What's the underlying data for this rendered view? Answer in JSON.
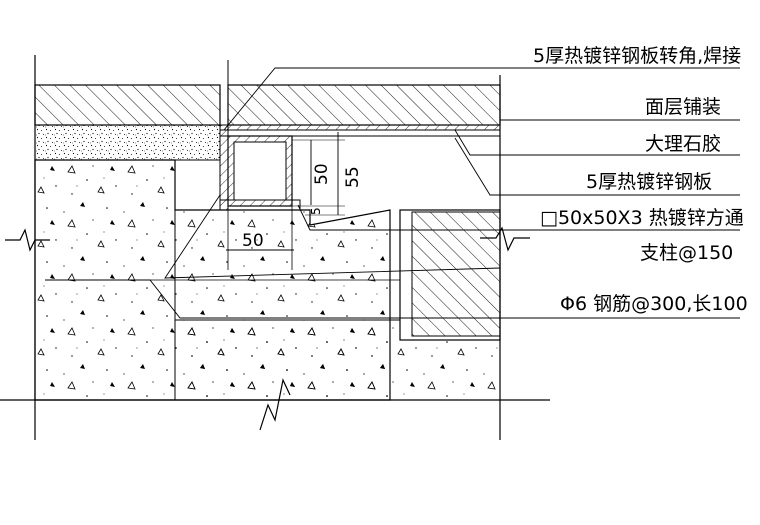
{
  "callouts": [
    "5厚热镀锌钢板转角,焊接",
    "面层铺装",
    "大理石胶",
    "5厚热镀锌钢板",
    "□50x50X3 热镀锌方通",
    "支柱@150",
    "Φ6 钢筋@300,长100"
  ],
  "dimensions": {
    "tube_width": "50",
    "tube_height": "50",
    "overall_height": "55",
    "plate_thickness": "5"
  },
  "colors": {
    "line": "#000000",
    "background": "#ffffff"
  }
}
